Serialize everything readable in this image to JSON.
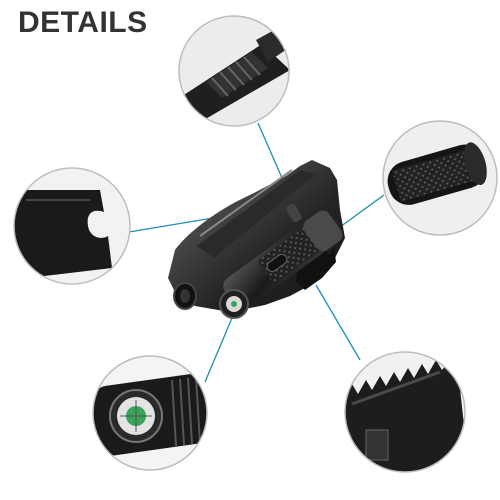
{
  "header": {
    "title": "DETAILS"
  },
  "colors": {
    "title": "#333333",
    "leader_line": "#1c8fb3",
    "circle_border": "#bdbdbd",
    "tool_dark": "#1b1b1b",
    "tool_mid": "#3a3a3a",
    "compass_green": "#3aa35a"
  },
  "callouts": [
    {
      "name": "handle-grip-detail",
      "icon": "handle-grip-icon"
    },
    {
      "name": "textured-handle-detail",
      "icon": "knurled-handle-icon"
    },
    {
      "name": "bottle-opener-detail",
      "icon": "bottle-opener-icon"
    },
    {
      "name": "compass-detail",
      "icon": "compass-icon"
    },
    {
      "name": "serrated-saw-edge-detail",
      "icon": "saw-edge-icon"
    }
  ]
}
